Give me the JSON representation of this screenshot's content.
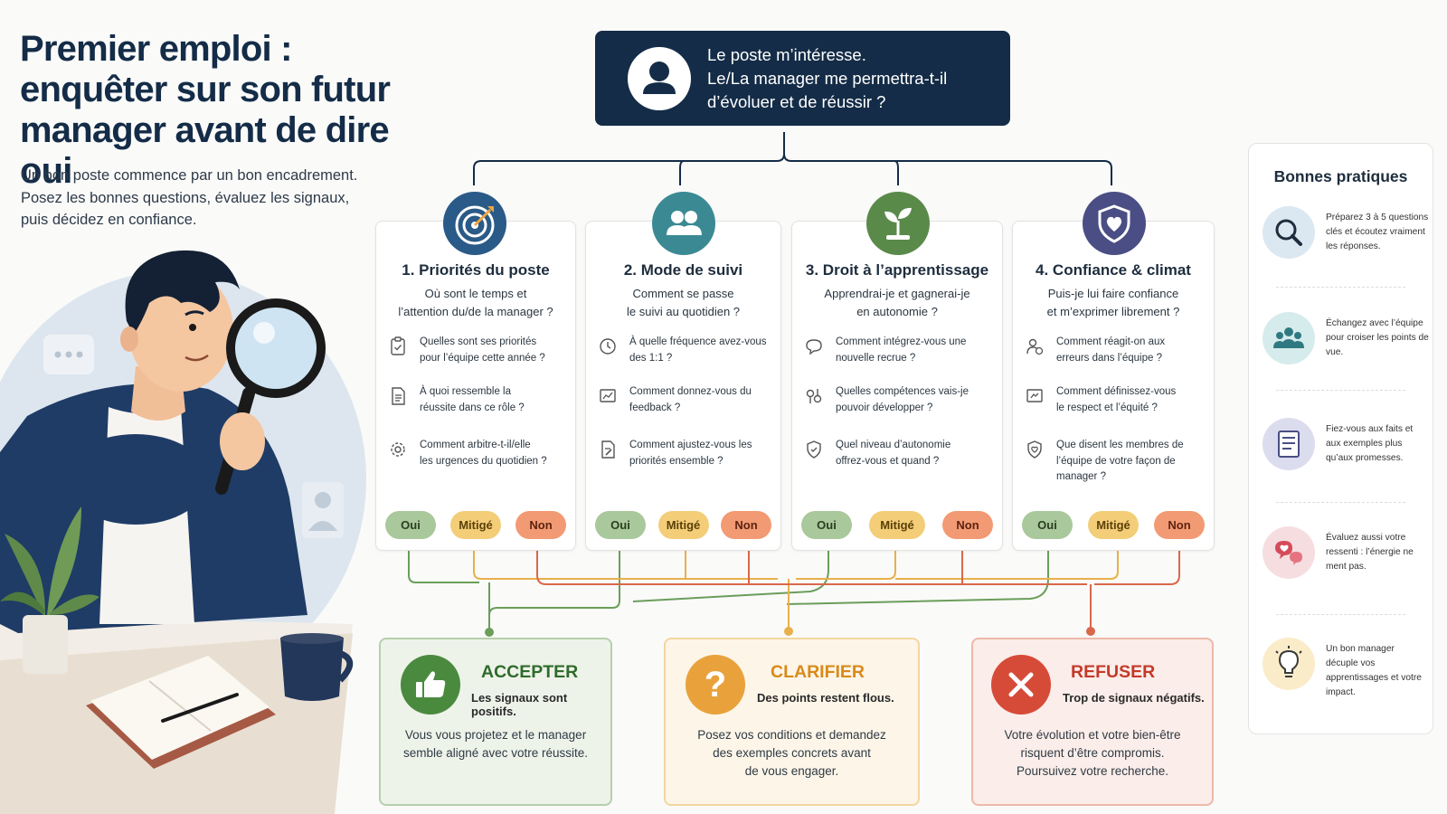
{
  "title": "Premier emploi :\nenquêter sur son futur\nmanager avant de dire oui",
  "subtitle": "Un bon poste commence par un bon encadrement. Posez les bonnes questions, évaluez les signaux, puis décidez en confiance.",
  "top_question": "Le poste m’intéresse.\nLe/La manager me permettra-t-il\nd’évoluer et de réussir ?",
  "buttons": {
    "yes": "Oui",
    "mixed": "Mitigé",
    "no": "Non"
  },
  "cards": [
    {
      "title": "1. Priorités du poste",
      "subtitle": "Où sont le temps et\nl’attention du/de la manager ?",
      "icon": "target-icon",
      "color": "#2a5a87",
      "questions": [
        {
          "icon": "clipboard-check-icon",
          "text": "Quelles sont ses priorités\npour l’équipe cette année ?"
        },
        {
          "icon": "document-icon",
          "text": "À quoi ressemble la\nréussite dans ce rôle ?"
        },
        {
          "icon": "gear-icon",
          "text": "Comment arbitre-t-il/elle\nles urgences du quotidien ?"
        }
      ]
    },
    {
      "title": "2. Mode de suivi",
      "subtitle": "Comment se passe\nle suivi au quotidien ?",
      "icon": "people-icon",
      "color": "#3b8a93",
      "questions": [
        {
          "icon": "clock-icon",
          "text": "À quelle fréquence avez-vous\ndes 1:1 ?"
        },
        {
          "icon": "chart-board-icon",
          "text": "Comment donnez-vous du\nfeedback ?"
        },
        {
          "icon": "document-edit-icon",
          "text": "Comment ajustez-vous les\npriorités ensemble ?"
        }
      ]
    },
    {
      "title": "3. Droit à l’apprentissage",
      "subtitle": "Apprendrai-je et gagnerai-je\nen autonomie ?",
      "icon": "sprout-icon",
      "color": "#5a8a4a",
      "questions": [
        {
          "icon": "speech-bubble-icon",
          "text": "Comment intégrez-vous une\nnouvelle recrue ?"
        },
        {
          "icon": "skills-icon",
          "text": "Quelles compétences vais-je\npouvoir développer ?"
        },
        {
          "icon": "shield-check-icon",
          "text": "Quel niveau d’autonomie\noffrez-vous et quand ?"
        }
      ]
    },
    {
      "title": "4. Confiance & climat",
      "subtitle": "Puis-je lui faire confiance\net m’exprimer librement ?",
      "icon": "shield-heart-icon",
      "color": "#4a4e84",
      "questions": [
        {
          "icon": "person-alert-icon",
          "text": "Comment réagit-on aux\nerreurs dans l’équipe ?"
        },
        {
          "icon": "balance-board-icon",
          "text": "Comment définissez-vous\nle respect et l’équité ?"
        },
        {
          "icon": "heart-shield-icon",
          "text": "Que disent les membres de\nl’équipe de votre façon de\nmanager ?"
        }
      ]
    }
  ],
  "outcomes": [
    {
      "title": "ACCEPTER",
      "subtitle": "Les signaux sont positifs.",
      "body": "Vous vous projetez et le manager\nsemble aligné avec votre réussite.",
      "icon": "thumbs-up-icon",
      "color": "#4a8a3f"
    },
    {
      "title": "CLARIFIER",
      "subtitle": "Des points restent flous.",
      "body": "Posez vos conditions et demandez\ndes exemples concrets avant\nde vous engager.",
      "icon": "question-mark-icon",
      "color": "#e9a23b"
    },
    {
      "title": "REFUSER",
      "subtitle": "Trop de signaux négatifs.",
      "body": "Votre évolution et votre bien-être\nrisquent d’être compromis.\nPoursuivez votre recherche.",
      "icon": "close-icon",
      "color": "#d64b38"
    }
  ],
  "best_practices": {
    "title": "Bonnes pratiques",
    "items": [
      {
        "icon": "search-icon",
        "text": "Préparez 3 à 5 questions clés et écoutez vraiment les réponses."
      },
      {
        "icon": "team-icon",
        "text": "Échangez avec l’équipe pour croiser les points de vue."
      },
      {
        "icon": "checklist-icon",
        "text": "Fiez-vous aux faits et aux exemples plus qu’aux promesses."
      },
      {
        "icon": "heart-chat-icon",
        "text": "Évaluez aussi votre ressenti : l’énergie ne ment pas."
      },
      {
        "icon": "lightbulb-icon",
        "text": "Un bon manager décuple vos apprentissages et votre impact."
      }
    ]
  }
}
